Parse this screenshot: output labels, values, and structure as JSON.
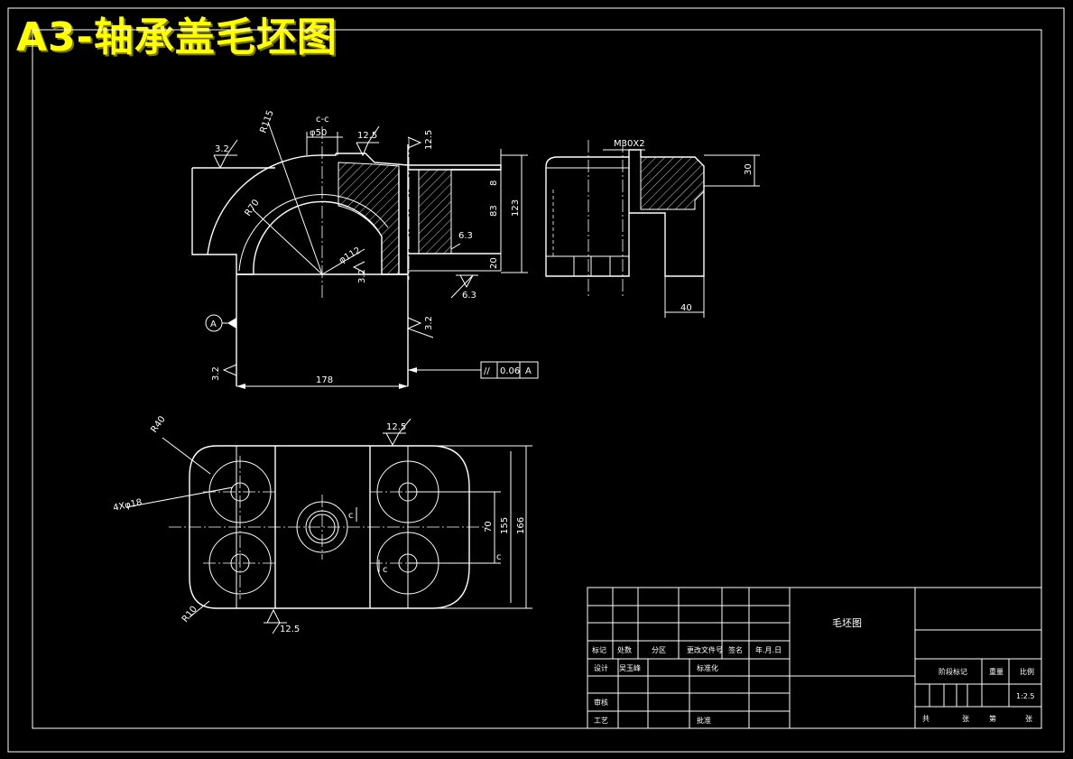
{
  "title": "A3-轴承盖毛坯图",
  "colors": {
    "background": "#000000",
    "lines": "#ffffff",
    "title": "#ffff00"
  },
  "section_label": "c-c",
  "view_a_marker": "A",
  "dimensions": {
    "r115": "R115",
    "r70": "R70",
    "phi50": "φ50",
    "phi112": "φ112",
    "d8": "8",
    "d83": "83",
    "d123": "123",
    "d20": "20",
    "d178": "178",
    "m30x2": "M30X2",
    "d30": "30",
    "d40": "40",
    "r40": "R40",
    "holes": "4Xφ18",
    "r10": "R10",
    "d70": "70",
    "d155": "155",
    "d166": "166",
    "cut_c1": "c",
    "cut_c2": "c",
    "cut_c3": "c"
  },
  "roughness": {
    "r1": "3.2",
    "r2": "12.5",
    "r3": "12.5",
    "r4": "6.3",
    "r5": "6.3",
    "r6": "3.2",
    "r7": "3.2",
    "r8": "3.2",
    "r9": "12.5",
    "r10": "12.5"
  },
  "tolerance": {
    "symbol": "//",
    "value": "0.06",
    "datum": "A"
  },
  "title_block": {
    "name": "毛坯图",
    "row_headers": [
      "标记",
      "处数",
      "分区",
      "更改文件号",
      "签名",
      "年.月.日"
    ],
    "design": "设计",
    "designer": "吴玉峰",
    "standardize": "标准化",
    "review": "审核",
    "process": "工艺",
    "approve": "批准",
    "stage_mark": "阶段标记",
    "weight": "重量",
    "scale": "比例",
    "scale_value": "1:2.5",
    "sheets": [
      "共",
      "张",
      "第",
      "张"
    ]
  }
}
